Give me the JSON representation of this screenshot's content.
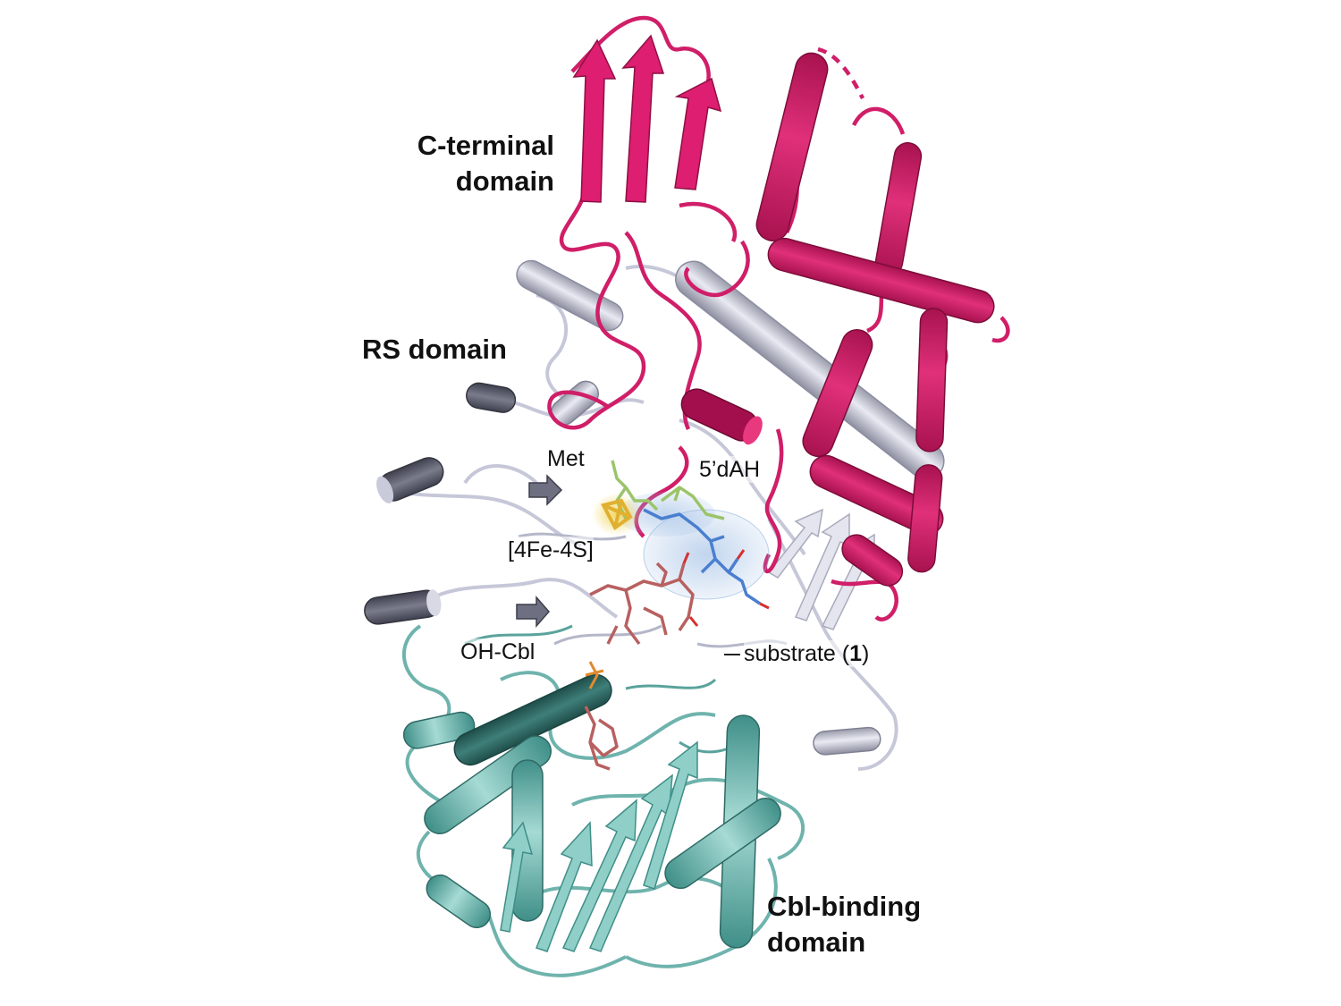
{
  "labels": {
    "c_terminal_line1": "C-terminal",
    "c_terminal_line2": "domain",
    "rs_domain": "RS domain",
    "met": "Met",
    "dah": "5’dAH",
    "fes": "[4Fe-4S]",
    "ohcbl": "OH-Cbl",
    "substrate_pre": "substrate (",
    "substrate_num": "1",
    "substrate_post": ")",
    "cbl_line1": "Cbl-binding",
    "cbl_line2": "domain"
  },
  "colors": {
    "c_terminal": "#d81b6a",
    "c_terminal_dark": "#a8124f",
    "rs_domain": "#d5d7e6",
    "rs_domain_dark": "#5a5c6c",
    "cbl_domain": "#7dc3bd",
    "cbl_domain_dark": "#2f6b66",
    "cobalamin": "#b86060",
    "substrate": "#4a7fd0",
    "sam": "#9bc46a",
    "cluster": "#e0b030"
  }
}
